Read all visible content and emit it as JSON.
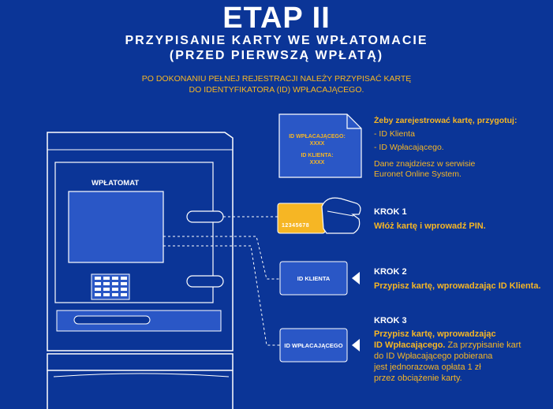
{
  "header": {
    "title": "ETAP II",
    "subtitle_line1": "PRZYPISANIE KARTY WE WPŁATOMACIE",
    "subtitle_line2": "(PRZED PIERWSZĄ WPŁATĄ)",
    "intro_line1": "PO DOKONANIU PEŁNEJ REJESTRACJI NALEŻY PRZYPISAĆ KARTĘ",
    "intro_line2": "DO IDENTYFIKATORA (ID) WPŁACAJĄCEGO."
  },
  "atm": {
    "label": "WPŁATOMAT"
  },
  "document": {
    "line1": "ID WPŁACAJĄCEGO:",
    "line2": "XXXX",
    "line3": "ID KLIENTA:",
    "line4": "XXXX"
  },
  "prepare": {
    "heading": "Żeby zarejestrować kartę, przygotuj:",
    "item1": "- ID Klienta",
    "item2": "- ID Wpłacającego.",
    "note_line1": "Dane znajdziesz w serwisie",
    "note_line2": "Euronet Online System."
  },
  "card": {
    "number": "12345678"
  },
  "steps": [
    {
      "heading": "KROK 1",
      "text": "Włóż kartę i wprowadź PIN."
    },
    {
      "heading": "KROK 2",
      "text": "Przypisz kartę, wprowadzając ID Klienta.",
      "box": "ID KLIENTA"
    },
    {
      "heading": "KROK 3",
      "text_bold_line1": "Przypisz kartę, wprowadzając",
      "text_bold_line2": "ID Wpłacającego.",
      "text_rest_line2": " Za przypisanie kart",
      "text_line3": "do ID Wpłacającego pobierana",
      "text_line4": "jest jednorazowa opłata 1 zł",
      "text_line5": "przez obciążenie karty.",
      "box": "ID WPŁACAJĄCEGO"
    }
  ],
  "colors": {
    "background": "#0b3597",
    "accent_yellow": "#f6b624",
    "panel_blue": "#2a57c6",
    "line_white": "#ffffff"
  }
}
